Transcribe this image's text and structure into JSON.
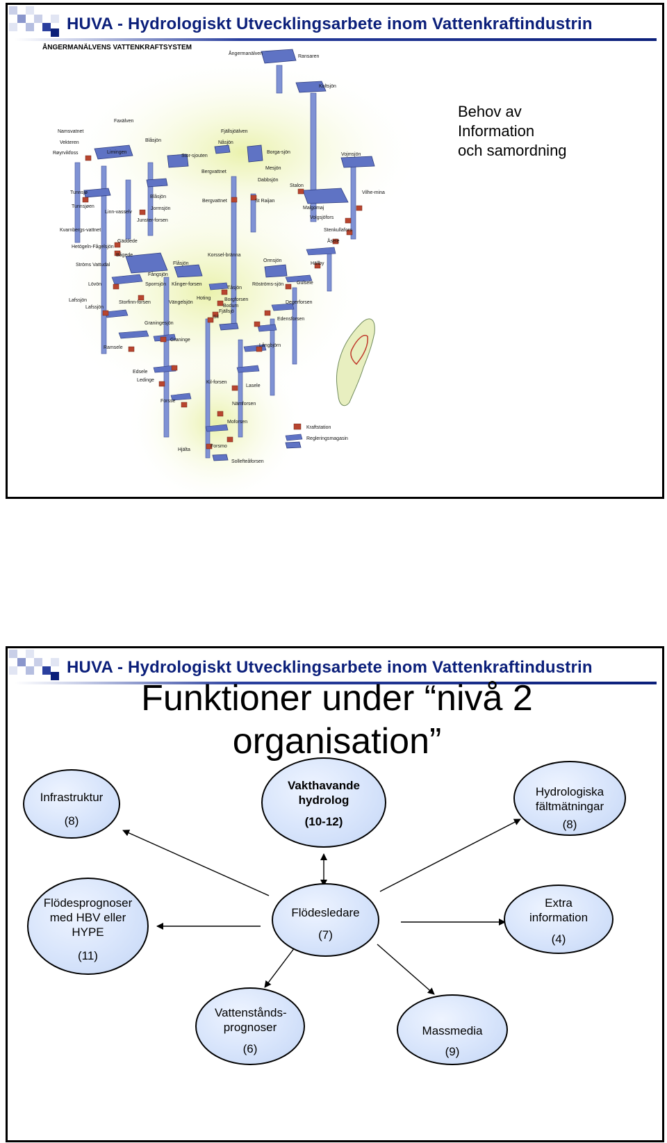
{
  "header": {
    "title": "HUVA - Hydrologiskt Utvecklingsarbete inom Vattenkraftindustrin"
  },
  "slide1": {
    "map_title": "ÅNGERMANÄLVENS VATTENKRAFTSYSTEM",
    "note_lines": [
      "Behov av",
      "Information",
      "och samordning"
    ],
    "map_labels": {
      "angermanalven": "Ångermanälven",
      "ransaren": "Ransaren",
      "kultsjon": "Kultsjön",
      "faxalven": "Faxälven",
      "fjallsjoalven": "Fjällsjöälven",
      "namsvatnet": "Namsvatnet",
      "vekteren": "Vekteren",
      "royrvikfoss": "Røyrvikfoss",
      "limingen": "Limingen",
      "blasjon": "Blåsjön",
      "storsjouten": "Stor-sjouten",
      "nasjon": "Nåsjön",
      "borgasjon": "Borga-sjön",
      "vojmsjon": "Vojmsjön",
      "bergvattnet": "Bergvattnet",
      "mesjon": "Mesjön",
      "dabbsjon": "Dabbsjön",
      "tunnsjo": "Tunnsjø",
      "tunnsjoen": "Tunnsjøen",
      "stalon": "Stalon",
      "vilhelmina": "Vilhe-mina",
      "stalraijan": "St Raijan",
      "malgomaj": "Malgomaj",
      "volgsjofors": "Volgsjöfors",
      "jormsjon": "Jormsjön",
      "linnvasselv": "Linn-vasselv",
      "junsterforsen": "Junster-forsen",
      "kvarnbergsvattnet": "Kvarnbergs-vattnet",
      "gaddede": "Gäddede",
      "stenkullafors": "Stenkullafors",
      "asele": "Åsele",
      "hetogeln": "Hetögeln-Fågelsjön",
      "bagede": "Bågede",
      "ormsjon": "Ormsjön",
      "hallby": "Hällby",
      "stroms": "Ströms Vattudal",
      "korsselbranna": "Korssel-bränna",
      "flasjon": "Flåsjön",
      "fangsjon": "Fångsjön",
      "lovon": "Lövön",
      "sporrsjon": "Sporrsjön",
      "klingerforsen": "Klinger-forsen",
      "tasjon": "Tåsjön",
      "rostromssjon": "Röströms-sjön",
      "gulsele": "Gulsele",
      "lafssjon": "Lafssjön",
      "storfinnforsen": "Storfinn-forsen",
      "hoting": "Hoting",
      "vangelsjon": "Vängelsjön",
      "borgforsen": "Borgforsen",
      "bodum": "Bodum",
      "fjallsjo": "Fjällsjö",
      "sil": "Sil",
      "degerforsen": "Degerforsen",
      "edensforsen": "Edensforsen",
      "graningesjon": "Graningesjön",
      "graninge": "Graninge",
      "langbjorn": "Långbjörn",
      "ramsele": "Ramsele",
      "edsele": "Edsele",
      "ledinge": "Ledinge",
      "kilforsen": "Kil-forsen",
      "lasele": "Lasele",
      "forsse": "Forsse",
      "namforsen": "Nämforsen",
      "moforsen": "Moforsen",
      "hjalta": "Hjälta",
      "forsmo": "Forsmo",
      "sollefteaforsen": "Sollefteåforsen",
      "legend_kraftstation": "Kraftstation",
      "legend_regleringsmagasin": "Regleringsmagasin"
    }
  },
  "slide2": {
    "title_line1": "Funktioner under “nivå 2",
    "title_line2": "organisation”",
    "nodes": {
      "infrastruktur": {
        "label": "Infrastruktur",
        "count": "(8)"
      },
      "vakthavande": {
        "label": "Vakthavande hydrolog",
        "count": "(10-12)"
      },
      "faltmatningar": {
        "label": "Hydrologiska fältmätningar",
        "count": "(8)"
      },
      "flodesprognoser": {
        "label": "Flödesprognoser med HBV eller HYPE",
        "count": "(11)"
      },
      "flodesledare": {
        "label": "Flödesledare",
        "count": "(7)"
      },
      "extra": {
        "label": "Extra information",
        "count": "(4)"
      },
      "vattenstand": {
        "label": "Vattenstånds-prognoser",
        "count": "(6)"
      },
      "massmedia": {
        "label": "Massmedia",
        "count": "(9)"
      }
    }
  },
  "colors": {
    "header_text": "#0b1f7a",
    "node_fill": "#d7e4fb",
    "map_reservoir": "#5f73c4",
    "map_station": "#b8452f",
    "map_glow": "#e9f1a8"
  }
}
